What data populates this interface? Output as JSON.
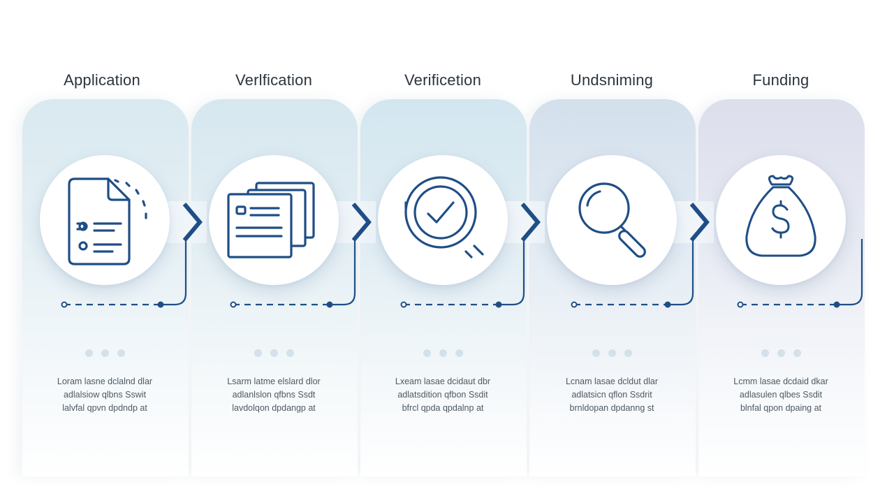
{
  "colors": {
    "accent": "#1f4e86",
    "title_text": "#2a3440",
    "body_text": "#4e5963",
    "panel_tints": [
      "#d9e9f0",
      "#d6e7ef",
      "#d3e6ef",
      "#d3e0ec",
      "#dcdfec"
    ]
  },
  "steps": [
    {
      "title": "Application",
      "icon": "document-checklist-icon",
      "desc": [
        "Loram lasne dclalnd dlar",
        "adlalsiow qlbns Sswit",
        "lalvfal qpvn dpdndp at"
      ]
    },
    {
      "title": "Verlfication",
      "icon": "documents-stack-icon",
      "desc": [
        "Lsarm latme elslard dlor",
        "adlanlslon qfbns Ssdt",
        "lavdolqon dpdangp at"
      ]
    },
    {
      "title": "Verificetion",
      "icon": "magnifier-check-icon",
      "desc": [
        "Lxeam lasae dcidaut dbr",
        "adlatsdition qfbon Ssdit",
        "bfrcl qpda qpdalnp at"
      ]
    },
    {
      "title": "Undsniming",
      "icon": "magnifying-glass-icon",
      "desc": [
        "Lcnam lasae dcldut dlar",
        "adlatsicn qflon Ssdrit",
        "brnldopan dpdanng st"
      ]
    },
    {
      "title": "Funding",
      "icon": "money-bag-icon",
      "desc": [
        "Lcmm lasae dcdaid dkar",
        "adlasulen qlbes Ssdit",
        "blnfal qpon dpaing at"
      ]
    }
  ]
}
